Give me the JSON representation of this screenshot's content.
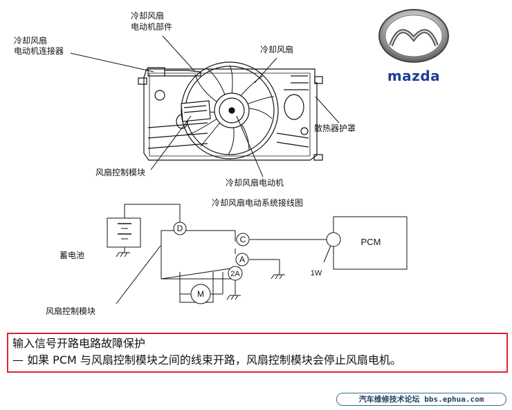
{
  "labels": {
    "connector": [
      "冷却风扇",
      "电动机连接器"
    ],
    "motor_part": [
      "冷却风扇",
      "电动机部件"
    ],
    "fan": "冷却风扇",
    "shroud": "散热器护罩",
    "control_module_top": "风扇控制模块",
    "fan_motor": "冷却风扇电动机",
    "wiring_title": "冷却风扇电动系统接线图",
    "battery": "蓄电池",
    "control_module_bottom": "风扇控制模块",
    "pcm": "PCM",
    "wire_1w": "1W",
    "term_d": "D",
    "term_c": "C",
    "term_a": "A",
    "term_2a": "2A",
    "motor": "M"
  },
  "logo": {
    "brand": "mazda",
    "color": "#1e3f97"
  },
  "caption": {
    "title": "输入信号开路电路故障保护",
    "body": "—  如果 PCM 与风扇控制模块之间的线束开路，风扇控制模块会停止风扇电机。",
    "border_color": "#d9252c"
  },
  "footer": {
    "text": "汽车维修技术论坛 bbs.ephua.com"
  }
}
